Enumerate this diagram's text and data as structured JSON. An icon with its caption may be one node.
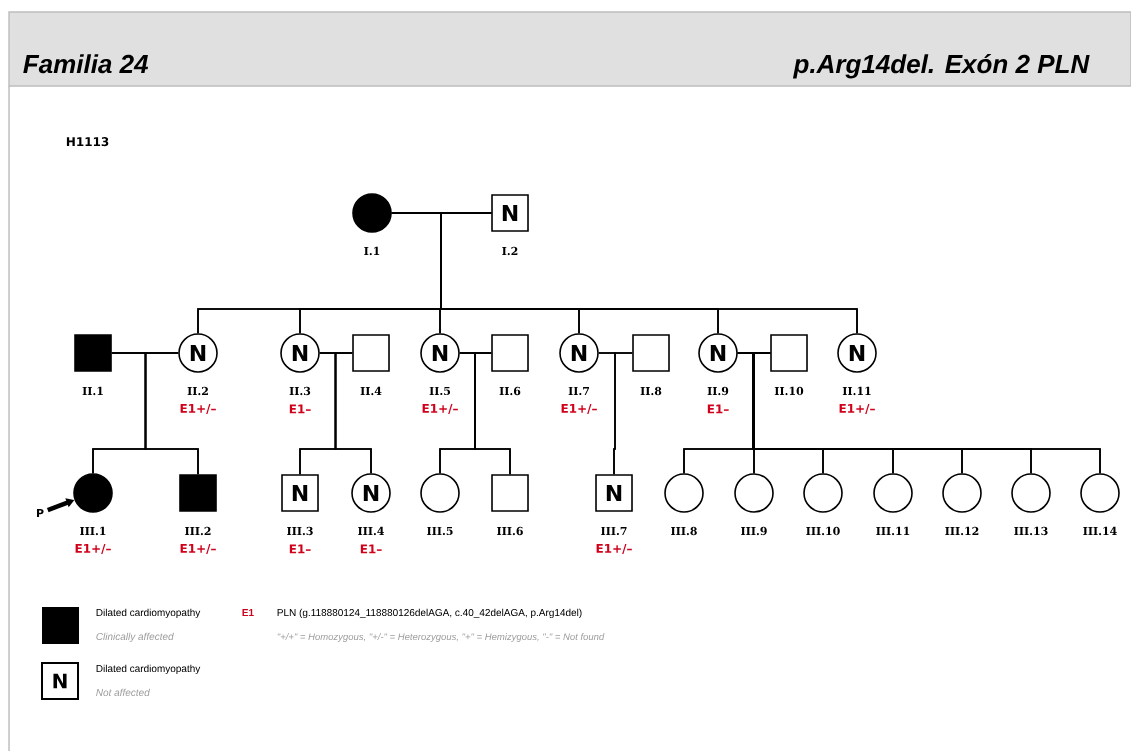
{
  "diagram": {
    "title": "Familia 24",
    "nodes": [
      {
        "text": [],
        "shape": "circle",
        "beside": [
          "I.1"
        ]
      },
      {
        "text": [
          "N"
        ],
        "beside": [
          "I.2"
        ]
      },
      {
        "text": [],
        "shape": "box",
        "beside": [
          "II.1"
        ]
      },
      {
        "text": [
          "N"
        ],
        "beside": [
          "II.2",
          "E1+/–"
        ]
      },
      {
        "text": [
          "N"
        ],
        "beside": [
          "II.3",
          "E1–"
        ]
      },
      {
        "text": [],
        "shape": "box",
        "beside": [
          "II.4"
        ]
      },
      {
        "text": [
          "N"
        ],
        "beside": [
          "II.5",
          "E1+/–"
        ]
      },
      {
        "text": [],
        "shape": "box",
        "beside": [
          "II.6"
        ]
      },
      {
        "text": [
          "N"
        ],
        "beside": [
          "II.7",
          "E1+/–"
        ]
      },
      {
        "text": [],
        "shape": "box",
        "beside": [
          "II.8"
        ]
      },
      {
        "text": [
          "N"
        ],
        "beside": [
          "II.9",
          "E1–"
        ]
      },
      {
        "text": [],
        "shape": "box",
        "beside": [
          "II.10"
        ]
      },
      {
        "text": [
          "N"
        ],
        "beside": [
          "II.11",
          "E1+/–"
        ]
      },
      {
        "text": [
          "P"
        ]
      },
      {
        "text": [],
        "shape": "circle",
        "beside": [
          "III.1",
          "E1+/–"
        ]
      },
      {
        "text": [],
        "shape": "box",
        "beside": [
          "III.2",
          "E1+/–"
        ]
      },
      {
        "text": [
          "N"
        ],
        "beside": [
          "III.3",
          "E1–"
        ]
      },
      {
        "text": [
          "N"
        ],
        "beside": [
          "III.4",
          "E1–"
        ]
      },
      {
        "text": [],
        "shape": "circle",
        "beside": [
          "III.5"
        ]
      },
      {
        "text": [],
        "shape": "box",
        "beside": [
          "III.6"
        ]
      },
      {
        "text": [
          "N"
        ],
        "beside": [
          "III.7",
          "E1+/–"
        ]
      },
      {
        "text": [],
        "shape": "circle",
        "beside": [
          "III.8"
        ]
      },
      {
        "text": [],
        "shape": "circle",
        "beside": [
          "III.9"
        ]
      },
      {
        "text": [],
        "shape": "circle",
        "beside": [
          "III.10"
        ]
      },
      {
        "text": [],
        "shape": "circle",
        "beside": [
          "III.11"
        ]
      },
      {
        "text": [],
        "shape": "circle",
        "beside": [
          "III.12"
        ]
      },
      {
        "text": [],
        "shape": "circle",
        "beside": [
          "III.13"
        ]
      },
      {
        "text": [],
        "shape": "circle",
        "beside": [
          "III.14"
        ]
      }
    ],
    "edges": [
      {
        "from": 0,
        "to": 1,
        "arrow": "none"
      },
      {
        "from": 2,
        "to": 3,
        "arrow": "none"
      },
      {
        "from": 4,
        "to": 5,
        "arrow": "none"
      },
      {
        "from": 6,
        "to": 7,
        "arrow": "none"
      },
      {
        "from": 8,
        "to": 9,
        "arrow": "none"
      },
      {
        "from": 10,
        "to": 11,
        "arrow": "none"
      },
      {
        "from": 0,
        "to": 3,
        "arrow": "none"
      },
      {
        "from": 1,
        "to": 3,
        "arrow": "none"
      },
      {
        "from": 0,
        "to": 4,
        "arrow": "none"
      },
      {
        "from": 1,
        "to": 4,
        "arrow": "none"
      },
      {
        "from": 0,
        "to": 6,
        "arrow": "none"
      },
      {
        "from": 1,
        "to": 6,
        "arrow": "none"
      },
      {
        "from": 0,
        "to": 8,
        "arrow": "none"
      },
      {
        "from": 1,
        "to": 8,
        "arrow": "none"
      },
      {
        "from": 0,
        "to": 10,
        "arrow": "none"
      },
      {
        "from": 1,
        "to": 10,
        "arrow": "none"
      },
      {
        "from": 0,
        "to": 12,
        "arrow": "none"
      },
      {
        "from": 1,
        "to": 12,
        "arrow": "none"
      },
      {
        "from": 2,
        "to": 14,
        "arrow": "none"
      },
      {
        "from": 3,
        "to": 14,
        "arrow": "none"
      },
      {
        "from": 2,
        "to": 15,
        "arrow": "none"
      },
      {
        "from": 3,
        "to": 15,
        "arrow": "none"
      },
      {
        "from": 4,
        "to": 16,
        "arrow": "none"
      },
      {
        "from": 5,
        "to": 16,
        "arrow": "none"
      },
      {
        "from": 4,
        "to": 17,
        "arrow": "none"
      },
      {
        "from": 5,
        "to": 17,
        "arrow": "none"
      },
      {
        "from": 6,
        "to": 18,
        "arrow": "none"
      },
      {
        "from": 7,
        "to": 18,
        "arrow": "none"
      },
      {
        "from": 6,
        "to": 19,
        "arrow": "none"
      },
      {
        "from": 7,
        "to": 19,
        "arrow": "none"
      },
      {
        "from": 8,
        "to": 20,
        "arrow": "none"
      },
      {
        "from": 9,
        "to": 20,
        "arrow": "none"
      },
      {
        "from": 10,
        "to": 21,
        "arrow": "none"
      },
      {
        "from": 11,
        "to": 21,
        "arrow": "none"
      },
      {
        "from": 10,
        "to": 22,
        "arrow": "none"
      },
      {
        "from": 11,
        "to": 22,
        "arrow": "none"
      },
      {
        "from": 10,
        "to": 23,
        "arrow": "none"
      },
      {
        "from": 11,
        "to": 23,
        "arrow": "none"
      },
      {
        "from": 10,
        "to": 24,
        "arrow": "none"
      },
      {
        "from": 11,
        "to": 24,
        "arrow": "none"
      },
      {
        "from": 10,
        "to": 25,
        "arrow": "none"
      },
      {
        "from": 11,
        "to": 25,
        "arrow": "none"
      },
      {
        "from": 10,
        "to": 26,
        "arrow": "none"
      },
      {
        "from": 11,
        "to": 26,
        "arrow": "none"
      },
      {
        "from": 10,
        "to": 27,
        "arrow": "none"
      },
      {
        "from": 11,
        "to": 27,
        "arrow": "none"
      },
      {
        "from": 13,
        "to": 14,
        "arrow": "to",
        "style": "thick"
      }
    ],
    "labels": [
      "p.Arg14del. Exón 2 PLN",
      "H1113",
      "E1",
      "PLN (g.118880124_118880126delAGA, c.40_42delAGA, p.Arg14del)",
      "Clinically affected",
      "\"+/+\" = Homozygous, \"+/-\" = Heterozygous, \"+\" = Hemizygous, \"-\" = Not found",
      "N",
      "Not affected"
    ],
    "legend": [
      {
        "text": "Dilated cardiomyopathy",
        "color": "#000000"
      },
      {
        "text": "Dilated cardiomyopathy"
      }
    ]
  }
}
